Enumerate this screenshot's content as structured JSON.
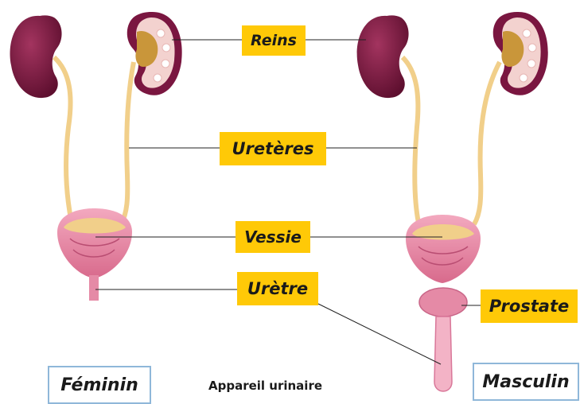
{
  "labels": {
    "reins": "Reins",
    "ureteres": "Uretères",
    "vessie": "Vessie",
    "uretre": "Urètre",
    "prostate": "Prostate"
  },
  "sexes": {
    "feminin": "Féminin",
    "masculin": "Masculin"
  },
  "caption": "Appareil urinaire",
  "colors": {
    "label_background": "#ffc907",
    "kidney": "#7a1640",
    "kidney_cortex": "#f3d2cf",
    "ureter": "#f1cf8a",
    "bladder": "#e58aa6",
    "leader_line": "#222222",
    "sex_box_border": "#8fb7d9"
  }
}
